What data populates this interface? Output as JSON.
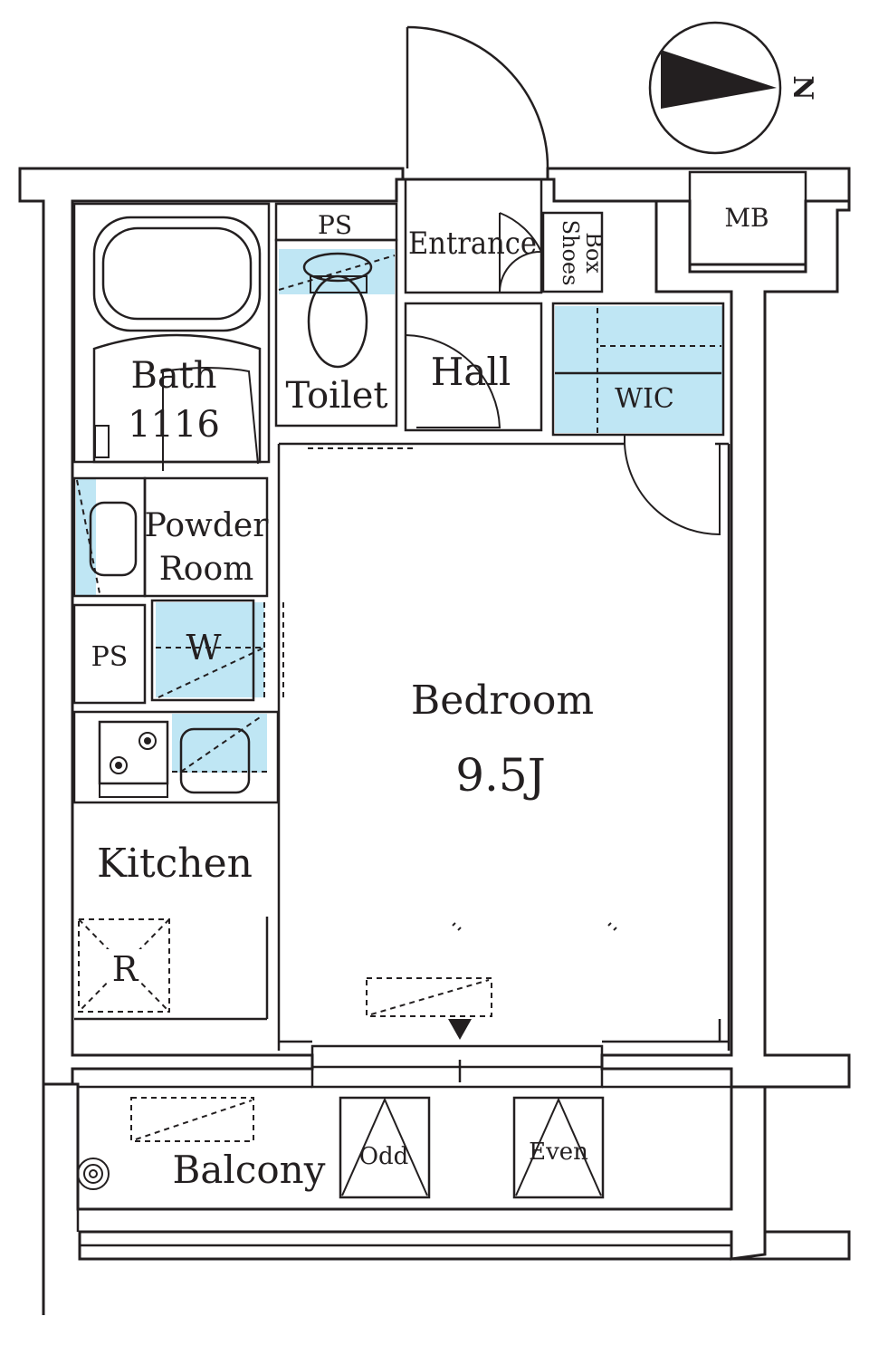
{
  "colors": {
    "wall": "#231f20",
    "wet_area": "#bfe6f4",
    "background": "#ffffff"
  },
  "compass": {
    "label": "N",
    "icon": "north-arrow-icon"
  },
  "rooms": {
    "ps_top": "PS",
    "entrance": "Entrance",
    "shoes_box_line1": "Shoes",
    "shoes_box_line2": "Box",
    "mb": "MB",
    "bath_line1": "Bath",
    "bath_line2": "1116",
    "toilet": "Toilet",
    "hall": "Hall",
    "wic": "WIC",
    "powder_line1": "Powder",
    "powder_line2": "Room",
    "ps_side": "PS",
    "washer": "W",
    "bedroom": "Bedroom",
    "bedroom_size": "9.5J",
    "kitchen": "Kitchen",
    "fridge": "R",
    "balcony": "Balcony",
    "odd": "Odd",
    "even": "Even"
  }
}
